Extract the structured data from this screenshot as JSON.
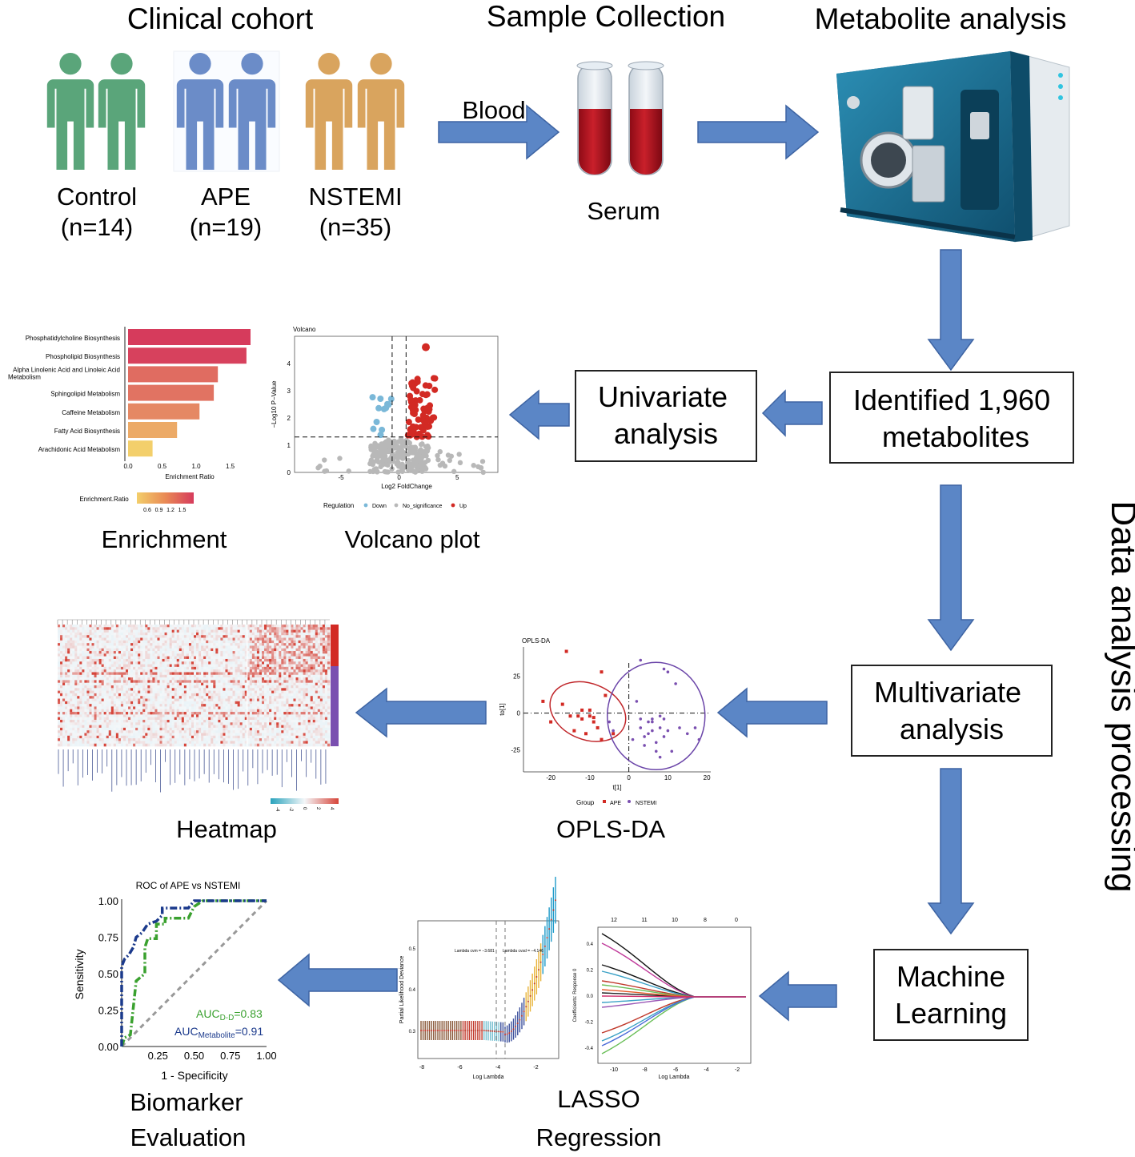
{
  "colors": {
    "arrow_fill": "#5b86c6",
    "arrow_stroke": "#3e64a3",
    "control": "#5aa57a",
    "ape": "#6b8cc8",
    "nstemi": "#d9a45e",
    "blood": "#b3121f",
    "instrument": "#1a6f93"
  },
  "cohort": {
    "title": "Clinical cohort",
    "groups": [
      {
        "name": "Control",
        "n": "(n=14)",
        "color": "#5aa57a"
      },
      {
        "name": "APE",
        "n": "(n=19)",
        "color": "#6b8cc8"
      },
      {
        "name": "NSTEMI",
        "n": "(n=35)",
        "color": "#d9a45e"
      }
    ]
  },
  "sample": {
    "title": "Sample Collection",
    "blood_label": "Blood",
    "serum_label": "Serum"
  },
  "metabolite": {
    "title": "Metabolite analysis"
  },
  "boxes": {
    "identified": [
      "Identified 1,960",
      "metabolites"
    ],
    "univariate": [
      "Univariate",
      "analysis"
    ],
    "multivariate": [
      "Multivariate",
      "analysis"
    ],
    "ml": [
      "Machine",
      "Learning"
    ]
  },
  "side_label": "Data analysis processing",
  "captions": {
    "enrichment": "Enrichment",
    "volcano": "Volcano plot",
    "heatmap": "Heatmap",
    "oplsda": "OPLS-DA",
    "lasso": [
      "LASSO",
      "Regression"
    ],
    "biomarker": [
      "Biomarker",
      "Evaluation"
    ]
  },
  "chart_data": [
    {
      "type": "bar",
      "orientation": "horizontal",
      "categories": [
        "Phosphatidylcholine Biosynthesis",
        "Phospholipid Biosynthesis",
        "Alpha Linolenic Acid and Linoleic Acid Metabolism",
        "Sphingolipid Metabolism",
        "Caffeine Metabolism",
        "Fatty Acid Biosynthesis",
        "Arachidonic Acid Metabolism"
      ],
      "values": [
        1.8,
        1.74,
        1.32,
        1.26,
        1.05,
        0.72,
        0.36
      ],
      "xlabel": "Enrichment Ratio",
      "xticks": [
        "0.0",
        "0.5",
        "1.0",
        "1.5"
      ],
      "xlim": [
        0,
        1.9
      ],
      "legend_title": "Enrichment.Ratio",
      "legend_ticks": [
        "0.6",
        "0.9",
        "1.2",
        "1.5"
      ]
    },
    {
      "type": "scatter",
      "title": "Volcano",
      "xlabel": "Log2 FoldChange",
      "ylabel": "−Log10 P−Value",
      "xlim": [
        -9,
        8.5
      ],
      "ylim": [
        0,
        5
      ],
      "xticks": [
        "-5",
        "0",
        "5"
      ],
      "yticks": [
        "0",
        "1",
        "2",
        "3",
        "4"
      ],
      "threshold_x": [
        -0.6,
        0.6
      ],
      "threshold_y": 1.3,
      "legend_title": "Regulation",
      "series": [
        {
          "name": "Down",
          "color": "#7ab8d8"
        },
        {
          "name": "No_significance",
          "color": "#b8b8b8"
        },
        {
          "name": "Up",
          "color": "#d22a24"
        }
      ]
    },
    {
      "type": "heatmap",
      "colorbar_ticks": [
        "-4",
        "-2",
        "0",
        "2",
        "4"
      ],
      "color_low": "#2aa3bd",
      "color_mid": "#f4f7f9",
      "color_high": "#d6453a"
    },
    {
      "type": "scatter",
      "title": "OPLS-DA",
      "xlabel": "t[1]",
      "ylabel": "to[1]",
      "xlim": [
        -27,
        21
      ],
      "ylim": [
        -40,
        45
      ],
      "xticks": [
        "-20",
        "-10",
        "0",
        "10",
        "20"
      ],
      "yticks": [
        "25",
        "0",
        "-25"
      ],
      "legend_title": "Group",
      "series": [
        {
          "name": "APE",
          "color": "#d22a24",
          "points": [
            [
              -16,
              42
            ],
            [
              -22,
              8
            ],
            [
              -20,
              -6
            ],
            [
              -17,
              6
            ],
            [
              -15,
              -2
            ],
            [
              -14,
              -12
            ],
            [
              -12,
              -4
            ],
            [
              -11,
              -14
            ],
            [
              -10,
              -2
            ],
            [
              -9,
              -6
            ],
            [
              -8,
              -10
            ],
            [
              -7,
              28
            ],
            [
              -6,
              12
            ],
            [
              -4,
              -14
            ],
            [
              -13,
              -2
            ],
            [
              -12,
              2
            ],
            [
              -10,
              2
            ],
            [
              -9,
              -3
            ],
            [
              -7,
              -18
            ]
          ]
        },
        {
          "name": "NSTEMI",
          "color": "#7a4fb0",
          "points": [
            [
              3,
              36
            ],
            [
              9,
              30
            ],
            [
              10,
              28
            ],
            [
              12,
              20
            ],
            [
              2,
              8
            ],
            [
              5,
              -6
            ],
            [
              6,
              -12
            ],
            [
              8,
              -10
            ],
            [
              4,
              -16
            ],
            [
              7,
              -20
            ],
            [
              6,
              -6
            ],
            [
              9,
              -4
            ],
            [
              8,
              -2
            ],
            [
              10,
              -12
            ],
            [
              13,
              -10
            ],
            [
              15,
              -14
            ],
            [
              17,
              -10
            ],
            [
              18,
              -18
            ],
            [
              7,
              -26
            ],
            [
              8,
              -30
            ],
            [
              4,
              -22
            ],
            [
              3,
              -4
            ],
            [
              1,
              -18
            ],
            [
              -4,
              -12
            ],
            [
              -5,
              -6
            ],
            [
              11,
              -26
            ],
            [
              6,
              -4
            ],
            [
              5,
              -14
            ],
            [
              9,
              -16
            ],
            [
              3,
              -10
            ]
          ]
        }
      ]
    },
    {
      "type": "line",
      "subtitle_left": "Lambda cvm = −3.681",
      "subtitle_right": "Lambda cvsd = −4.146",
      "xlabel": "Log Lambda",
      "ylabel": "Partial Likelihood Deviance",
      "xticks": [
        "-8",
        "-6",
        "-4",
        "-2"
      ],
      "yticks": [
        "0.3",
        "0.4",
        "0.5"
      ]
    },
    {
      "type": "line",
      "top_ticks": [
        "12",
        "11",
        "10",
        "8",
        "0"
      ],
      "xlabel": "Log Lambda",
      "ylabel": "Coefficients: Response 0",
      "xticks": [
        "-10",
        "-8",
        "-6",
        "-4",
        "-2"
      ],
      "yticks": [
        "0.4",
        "0.2",
        "0.0",
        "-0.2",
        "-0.4"
      ]
    },
    {
      "type": "line",
      "title": "ROC of APE vs NSTEMI",
      "xlabel": "1 - Specificity",
      "ylabel": "Sensitivity",
      "xlim": [
        0,
        1
      ],
      "ylim": [
        0,
        1
      ],
      "xticks": [
        "0.25",
        "0.50",
        "0.75",
        "1.00"
      ],
      "yticks": [
        "0.00",
        "0.25",
        "0.50",
        "0.75",
        "1.00"
      ],
      "series": [
        {
          "name": "Metabolite",
          "auc_prefix": "AUC",
          "auc_sub": "Metabolite",
          "auc_value": "=0.91",
          "color": "#1b3a8c",
          "points": [
            [
              0,
              0
            ],
            [
              0,
              0.55
            ],
            [
              0.02,
              0.6
            ],
            [
              0.05,
              0.63
            ],
            [
              0.08,
              0.68
            ],
            [
              0.1,
              0.75
            ],
            [
              0.14,
              0.78
            ],
            [
              0.18,
              0.84
            ],
            [
              0.24,
              0.86
            ],
            [
              0.28,
              0.9
            ],
            [
              0.28,
              0.95
            ],
            [
              0.46,
              0.95
            ],
            [
              0.5,
              1
            ],
            [
              1,
              1
            ]
          ]
        },
        {
          "name": "D-D",
          "auc_prefix": "AUC",
          "auc_sub": "D-D",
          "auc_value": "=0.83",
          "color": "#3aa12f",
          "points": [
            [
              0,
              0
            ],
            [
              0.02,
              0.06
            ],
            [
              0.06,
              0.08
            ],
            [
              0.1,
              0.45
            ],
            [
              0.16,
              0.5
            ],
            [
              0.16,
              0.68
            ],
            [
              0.18,
              0.74
            ],
            [
              0.24,
              0.74
            ],
            [
              0.24,
              0.84
            ],
            [
              0.3,
              0.84
            ],
            [
              0.3,
              0.88
            ],
            [
              0.46,
              0.88
            ],
            [
              0.5,
              0.96
            ],
            [
              0.56,
              1
            ],
            [
              1,
              1
            ]
          ]
        }
      ]
    }
  ]
}
